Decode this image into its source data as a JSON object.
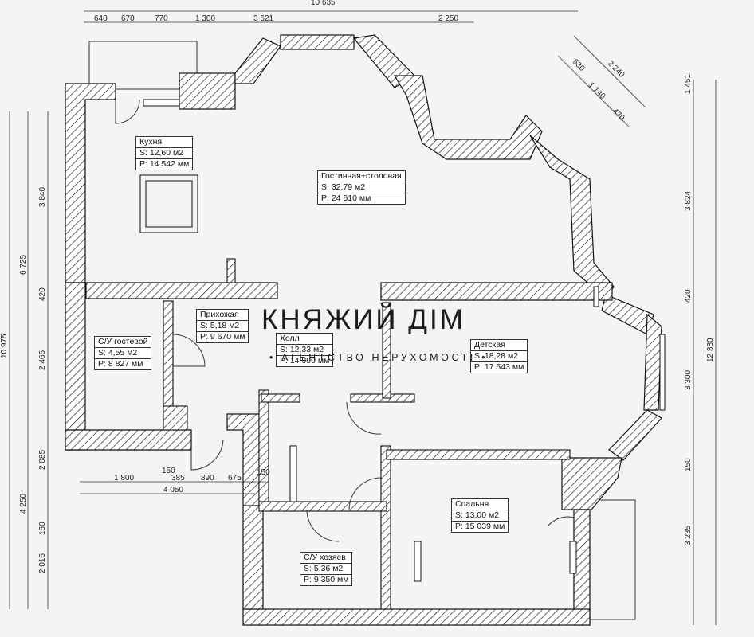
{
  "watermark": {
    "brand": "КНЯЖИЙ ДІМ",
    "tagline": "• АГЕНТСТВО НЕРУХОМОСТІ •"
  },
  "rooms": [
    {
      "name": "Кухня",
      "area": "S: 12,60 м2",
      "perimeter": "P: 14 542 мм"
    },
    {
      "name": "Гостинная+столовая",
      "area": "S: 32,79 м2",
      "perimeter": "P: 24 610 мм"
    },
    {
      "name": "Прихожая",
      "area": "S: 5,18 м2",
      "perimeter": "P: 9 670 мм"
    },
    {
      "name": "С/У гостевой",
      "area": "S: 4,55 м2",
      "perimeter": "P: 8 827 мм"
    },
    {
      "name": "Холл",
      "area": "S: 12,33 м2",
      "perimeter": "P: 14 990 мм"
    },
    {
      "name": "Детская",
      "area": "S: 18,28 м2",
      "perimeter": "P: 17 543 мм"
    },
    {
      "name": "Спальня",
      "area": "S: 13,00 м2",
      "perimeter": "P: 15 039 мм"
    },
    {
      "name": "С/У хозяев",
      "area": "S: 5,36 м2",
      "perimeter": "P: 9 350 мм"
    }
  ],
  "dimensions": {
    "top_total": "10 635",
    "top": [
      "640",
      "670",
      "770",
      "1 300",
      "3 621",
      "2 250"
    ],
    "bay": [
      "630",
      "2 240",
      "1 140",
      "470"
    ],
    "right": [
      "1 451",
      "3 824",
      "420",
      "3 300",
      "12 380",
      "150",
      "3 235"
    ],
    "left_outer": "10 975",
    "left": [
      "3 840",
      "6 725",
      "420",
      "2 465",
      "2 085",
      "4 250",
      "150",
      "2 015"
    ],
    "middle": [
      "1 800",
      "150",
      "385",
      "890",
      "675",
      "150",
      "4 050"
    ]
  }
}
